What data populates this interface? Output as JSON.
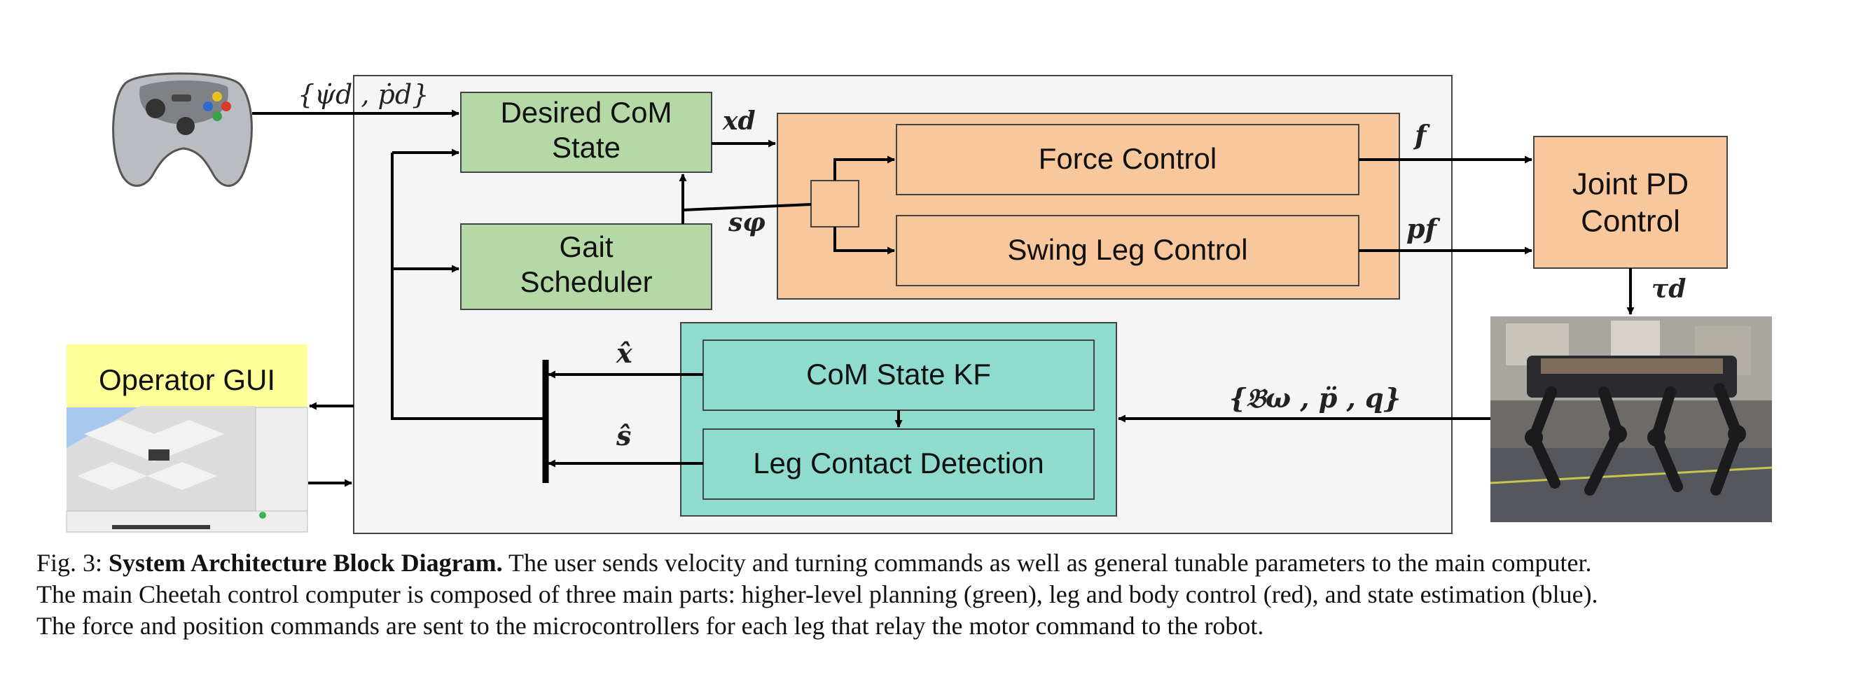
{
  "colors": {
    "planning_fill": "#b5d9a6",
    "control_fill": "#f8c79b",
    "estimation_fill": "#8fdcce",
    "outer_bg": "#f5f5f5",
    "gui_header": "#ffff99"
  },
  "blocks": {
    "desired_com_state": "Desired CoM State",
    "gait_scheduler": "Gait Scheduler",
    "force_control": "Force Control",
    "swing_leg_control": "Swing Leg Control",
    "joint_pd_control": "Joint PD Control",
    "com_state_kf": "CoM State KF",
    "leg_contact_detection": "Leg Contact Detection",
    "operator_gui": "Operator GUI"
  },
  "signals": {
    "command": "{ψ̇d , ṗd}",
    "x_d": "xd",
    "s_phi": "sφ",
    "f": "f",
    "p_f": "pf",
    "tau_d": "τd",
    "x_hat": "x̂",
    "s_hat": "ŝ",
    "sensors": "{𝔅ω , p̈ , q}"
  },
  "icons": {
    "gamepad": "gamepad-icon",
    "robot": "robot-photo",
    "gui": "operator-gui-screenshot"
  },
  "caption": {
    "prefix": "Fig. 3: ",
    "title": "System Architecture Block Diagram.",
    "line1_rest": " The user sends velocity and turning commands as well as general tunable parameters to the main computer.",
    "line2": "The main Cheetah control computer is composed of three main parts: higher-level planning (green), leg and body control (red), and state estimation (blue).",
    "line3": "The force and position commands are sent to the microcontrollers for each leg that relay the motor command to the robot."
  }
}
